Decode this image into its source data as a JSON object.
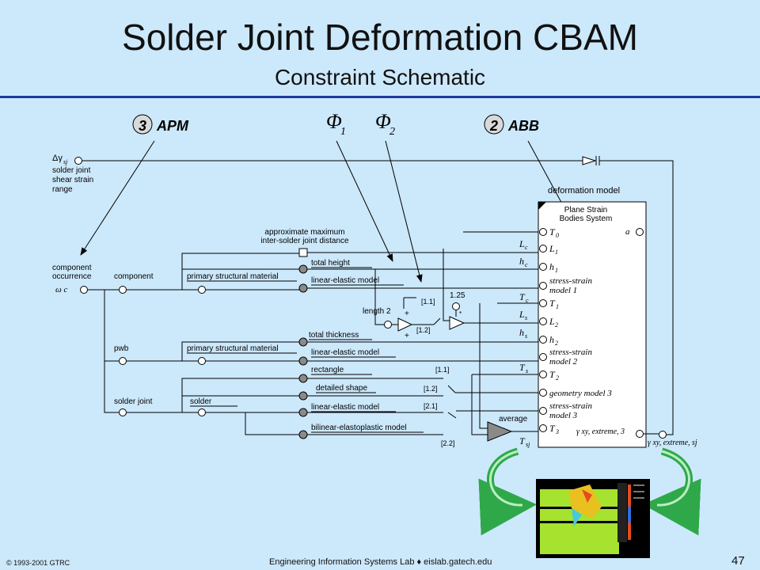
{
  "title": "Solder Joint Deformation CBAM",
  "subtitle": "Constraint Schematic",
  "badges": {
    "apm": {
      "num": "3",
      "label": "APM"
    },
    "abb": {
      "num": "2",
      "label": "ABB"
    }
  },
  "phi": {
    "symbol": "Φ",
    "sub1": "1",
    "sub2": "2"
  },
  "shear_range": {
    "symbol": "Δγ",
    "sub": "sj",
    "line1": "solder joint",
    "line2": "shear strain",
    "line3": "range"
  },
  "deformation_model": {
    "header": "deformation model",
    "system1": "Plane Strain",
    "system2": "Bodies System",
    "alpha": "a",
    "pins": [
      {
        "main": "T",
        "sub": "0"
      },
      {
        "main": "L",
        "sub": "1"
      },
      {
        "main": "h",
        "sub": "1"
      },
      {
        "main": "stress-strain",
        "line2": "model 1"
      },
      {
        "main": "T",
        "sub": "1"
      },
      {
        "main": "L",
        "sub": "2"
      },
      {
        "main": "h",
        "sub": "2"
      },
      {
        "main": "stress-strain",
        "line2": "model 2"
      },
      {
        "main": "T",
        "sub": "2"
      },
      {
        "main": "geometry model 3"
      },
      {
        "main": "stress-strain",
        "line2": "model 3"
      },
      {
        "main": "T",
        "sub": "3"
      }
    ],
    "gamma_out": "γ xy, extreme, 3",
    "gamma_ext": "γ xy, extreme, sj"
  },
  "left_labels": {
    "occurrence1": "component",
    "occurrence2": "occurrence",
    "omega_c": "ω c",
    "component": "component",
    "pwb": "pwb",
    "solder_joint": "solder joint",
    "solder": "solder"
  },
  "attributes": {
    "approx1": "approximate maximum",
    "approx2": "inter-solder joint distance",
    "total_height": "total height",
    "psm1": "primary structural material",
    "lem1": "linear-elastic model",
    "total_thickness": "total thickness",
    "psm2": "primary structural material",
    "lem2": "linear-elastic model",
    "rectangle": "rectangle",
    "detailed_shape": "detailed shape",
    "lem3": "linear-elastic model",
    "bilinear": "bilinear-elastoplastic model",
    "length2": "length 2",
    "avg": "average",
    "factor": "1.25"
  },
  "switch_labels": {
    "s11a": "[1.1]",
    "s12a": "[1.2]",
    "s11b": "[1.1]",
    "s12b": "[1.2]",
    "s21": "[2.1]",
    "s22": "[2.2]"
  },
  "var_labels": {
    "Lc": {
      "main": "L",
      "sub": "c"
    },
    "hc": {
      "main": "h",
      "sub": "c"
    },
    "Tc": {
      "main": "T",
      "sub": "c"
    },
    "Ls": {
      "main": "L",
      "sub": "s"
    },
    "hs": {
      "main": "h",
      "sub": "s"
    },
    "Ts": {
      "main": "T",
      "sub": "s"
    },
    "Tsj": {
      "main": "T",
      "sub": "sj"
    }
  },
  "footer": {
    "copyright": "© 1993-2001 GTRC",
    "center": "Engineering Information Systems Lab ♦ eislab.gatech.edu",
    "page": "47"
  },
  "colors": {
    "background": "#cce8fb",
    "rule": "#1f3a9c",
    "arrow": "#2fa84a",
    "fea_green": "#a6e22e"
  }
}
